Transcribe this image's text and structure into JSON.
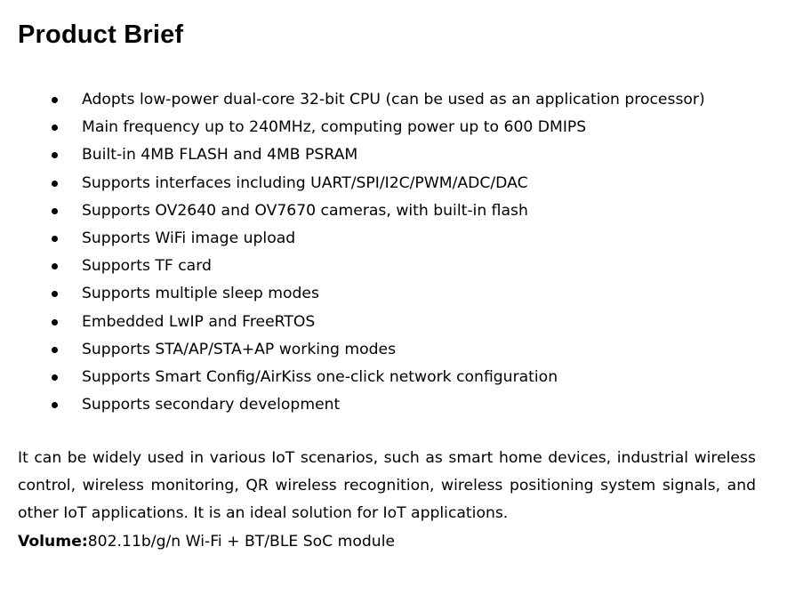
{
  "title": "Product Brief",
  "features": [
    "Adopts low-power dual-core 32-bit CPU (can be used as an application processor)",
    "Main frequency up to 240MHz, computing power up to 600 DMIPS",
    "Built-in 4MB FLASH and 4MB PSRAM",
    "Supports interfaces including UART/SPI/I2C/PWM/ADC/DAC",
    "Supports OV2640 and OV7670 cameras, with built-in flash",
    "Supports WiFi image upload",
    "Supports TF card",
    "Supports multiple sleep modes",
    "Embedded LwIP and FreeRTOS",
    "Supports STA/AP/STA+AP working modes",
    "Supports Smart Config/AirKiss one-click network configuration",
    "Supports secondary development"
  ],
  "description": {
    "line1": "It can be widely used in various IoT scenarios, such as smart home devices, industrial wireless",
    "line2": "control, wireless monitoring, QR wireless recognition, wireless positioning system signals, and",
    "line3": "other IoT applications. It is an ideal solution for IoT applications."
  },
  "volume": {
    "label": "Volume:",
    "value": "802.11b/g/n Wi-Fi + BT/BLE SoC module"
  }
}
